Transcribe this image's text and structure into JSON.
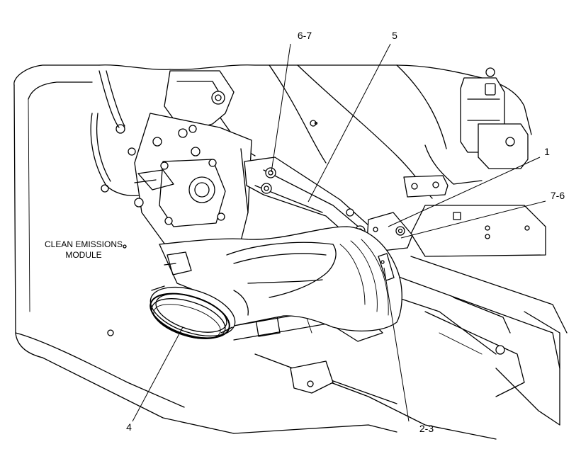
{
  "module_label": {
    "line1": "CLEAN EMISSIONS",
    "line2": "MODULE"
  },
  "callouts": [
    {
      "id": "c1",
      "text": "6-7"
    },
    {
      "id": "c2",
      "text": "5"
    },
    {
      "id": "c3",
      "text": "1"
    },
    {
      "id": "c4",
      "text": "7-6"
    },
    {
      "id": "c5",
      "text": "4"
    },
    {
      "id": "c6",
      "text": "2-3"
    }
  ],
  "colors": {
    "ink": "#000000",
    "background": "#ffffff"
  }
}
